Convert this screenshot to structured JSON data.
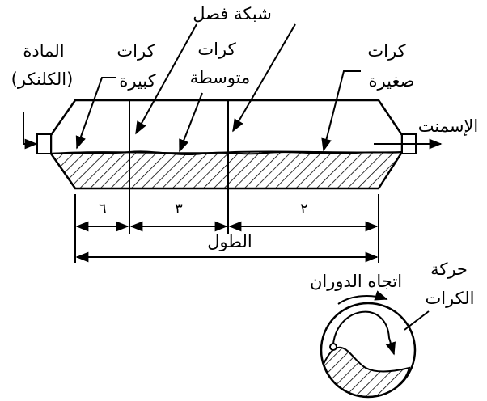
{
  "labels": {
    "separator_grid": "شبكة فصل",
    "material_line1": "المادة",
    "material_line2": "(الكلنكر)",
    "large_balls_line1": "كرات",
    "large_balls_line2": "كبيرة",
    "medium_balls_line1": "كرات",
    "medium_balls_line2": "متوسطة",
    "small_balls_line1": "كرات",
    "small_balls_line2": "صغيرة",
    "cement_output": "الإسمنت",
    "length": "الطول",
    "rotation_direction": "اتجاه الدوران",
    "ball_motion_line1": "حركة",
    "ball_motion_line2": "الكرات"
  },
  "dimensions": {
    "section1": "٦",
    "section2": "٣",
    "section3": "٢"
  },
  "colors": {
    "ink": "#000000",
    "paper": "#ffffff"
  }
}
